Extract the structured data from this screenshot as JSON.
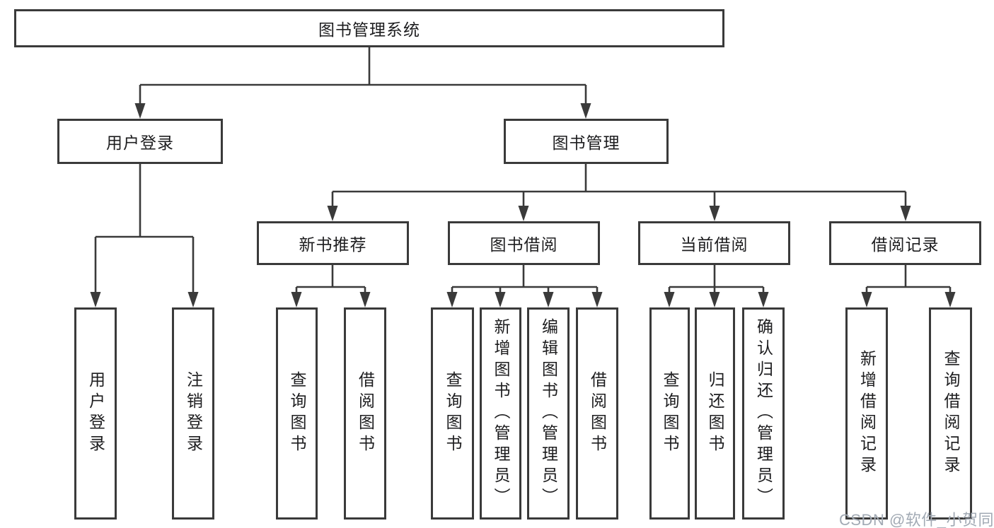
{
  "diagram": {
    "root": {
      "label": "图书管理系统"
    },
    "branches": [
      {
        "label": "用户登录",
        "children": [
          {
            "label": "用户登录"
          },
          {
            "label": "注销登录"
          }
        ]
      },
      {
        "label": "图书管理",
        "children": [
          {
            "label": "新书推荐",
            "children": [
              {
                "label": "查询图书"
              },
              {
                "label": "借阅图书"
              }
            ]
          },
          {
            "label": "图书借阅",
            "children": [
              {
                "label": "查询图书"
              },
              {
                "label": "新增图书（管理员）"
              },
              {
                "label": "编辑图书（管理员）"
              },
              {
                "label": "借阅图书"
              }
            ]
          },
          {
            "label": "当前借阅",
            "children": [
              {
                "label": "查询图书"
              },
              {
                "label": "归还图书"
              },
              {
                "label": "确认归还（管理员）"
              }
            ]
          },
          {
            "label": "借阅记录",
            "children": [
              {
                "label": "新增借阅记录"
              },
              {
                "label": "查询借阅记录"
              }
            ]
          }
        ]
      }
    ]
  },
  "watermark": {
    "text": "CSDN @软件_小贺同学"
  },
  "colors": {
    "background": "#ffffff",
    "line": "#3a3a3a",
    "text": "#1d1d1f",
    "watermark": "#a2aab4"
  }
}
